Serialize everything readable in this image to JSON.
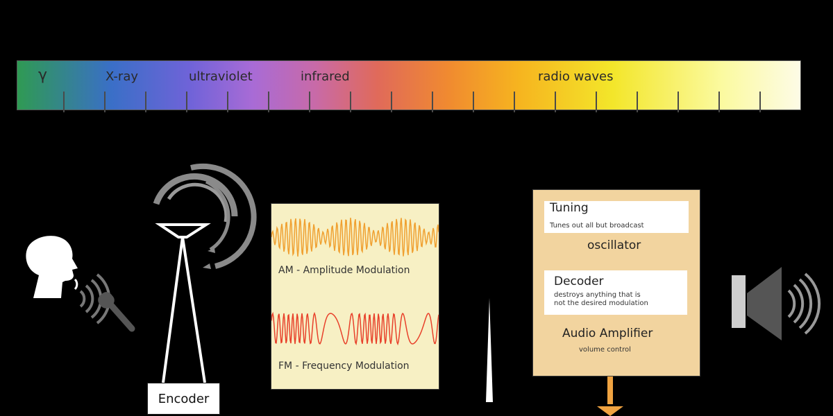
{
  "spectrum": {
    "bands": [
      "γ",
      "X-ray",
      "ultraviolet",
      "infrared",
      "radio waves"
    ]
  },
  "transmitter": {
    "encoder_label": "Encoder"
  },
  "modulation": {
    "am_label": "AM - Amplitude Modulation",
    "fm_label": "FM - Frequency Modulation",
    "am_color": "#f0a030",
    "fm_color": "#e8402a"
  },
  "receiver": {
    "tuning_title": "Tuning",
    "tuning_desc": "Tunes out all but broadcast",
    "oscillator_label": "oscillator",
    "decoder_title": "Decoder",
    "decoder_desc_1": "destroys anything that is",
    "decoder_desc_2": "not the desired modulation",
    "amplifier_title": "Audio Amplifier",
    "amplifier_desc": "volume control",
    "signal_color": "#f0a341"
  },
  "icons": [
    "head-icon",
    "microphone-icon",
    "broadcast-tower-icon",
    "radio-wave-arcs-icon",
    "receiving-antenna-icon",
    "speaker-icon"
  ]
}
